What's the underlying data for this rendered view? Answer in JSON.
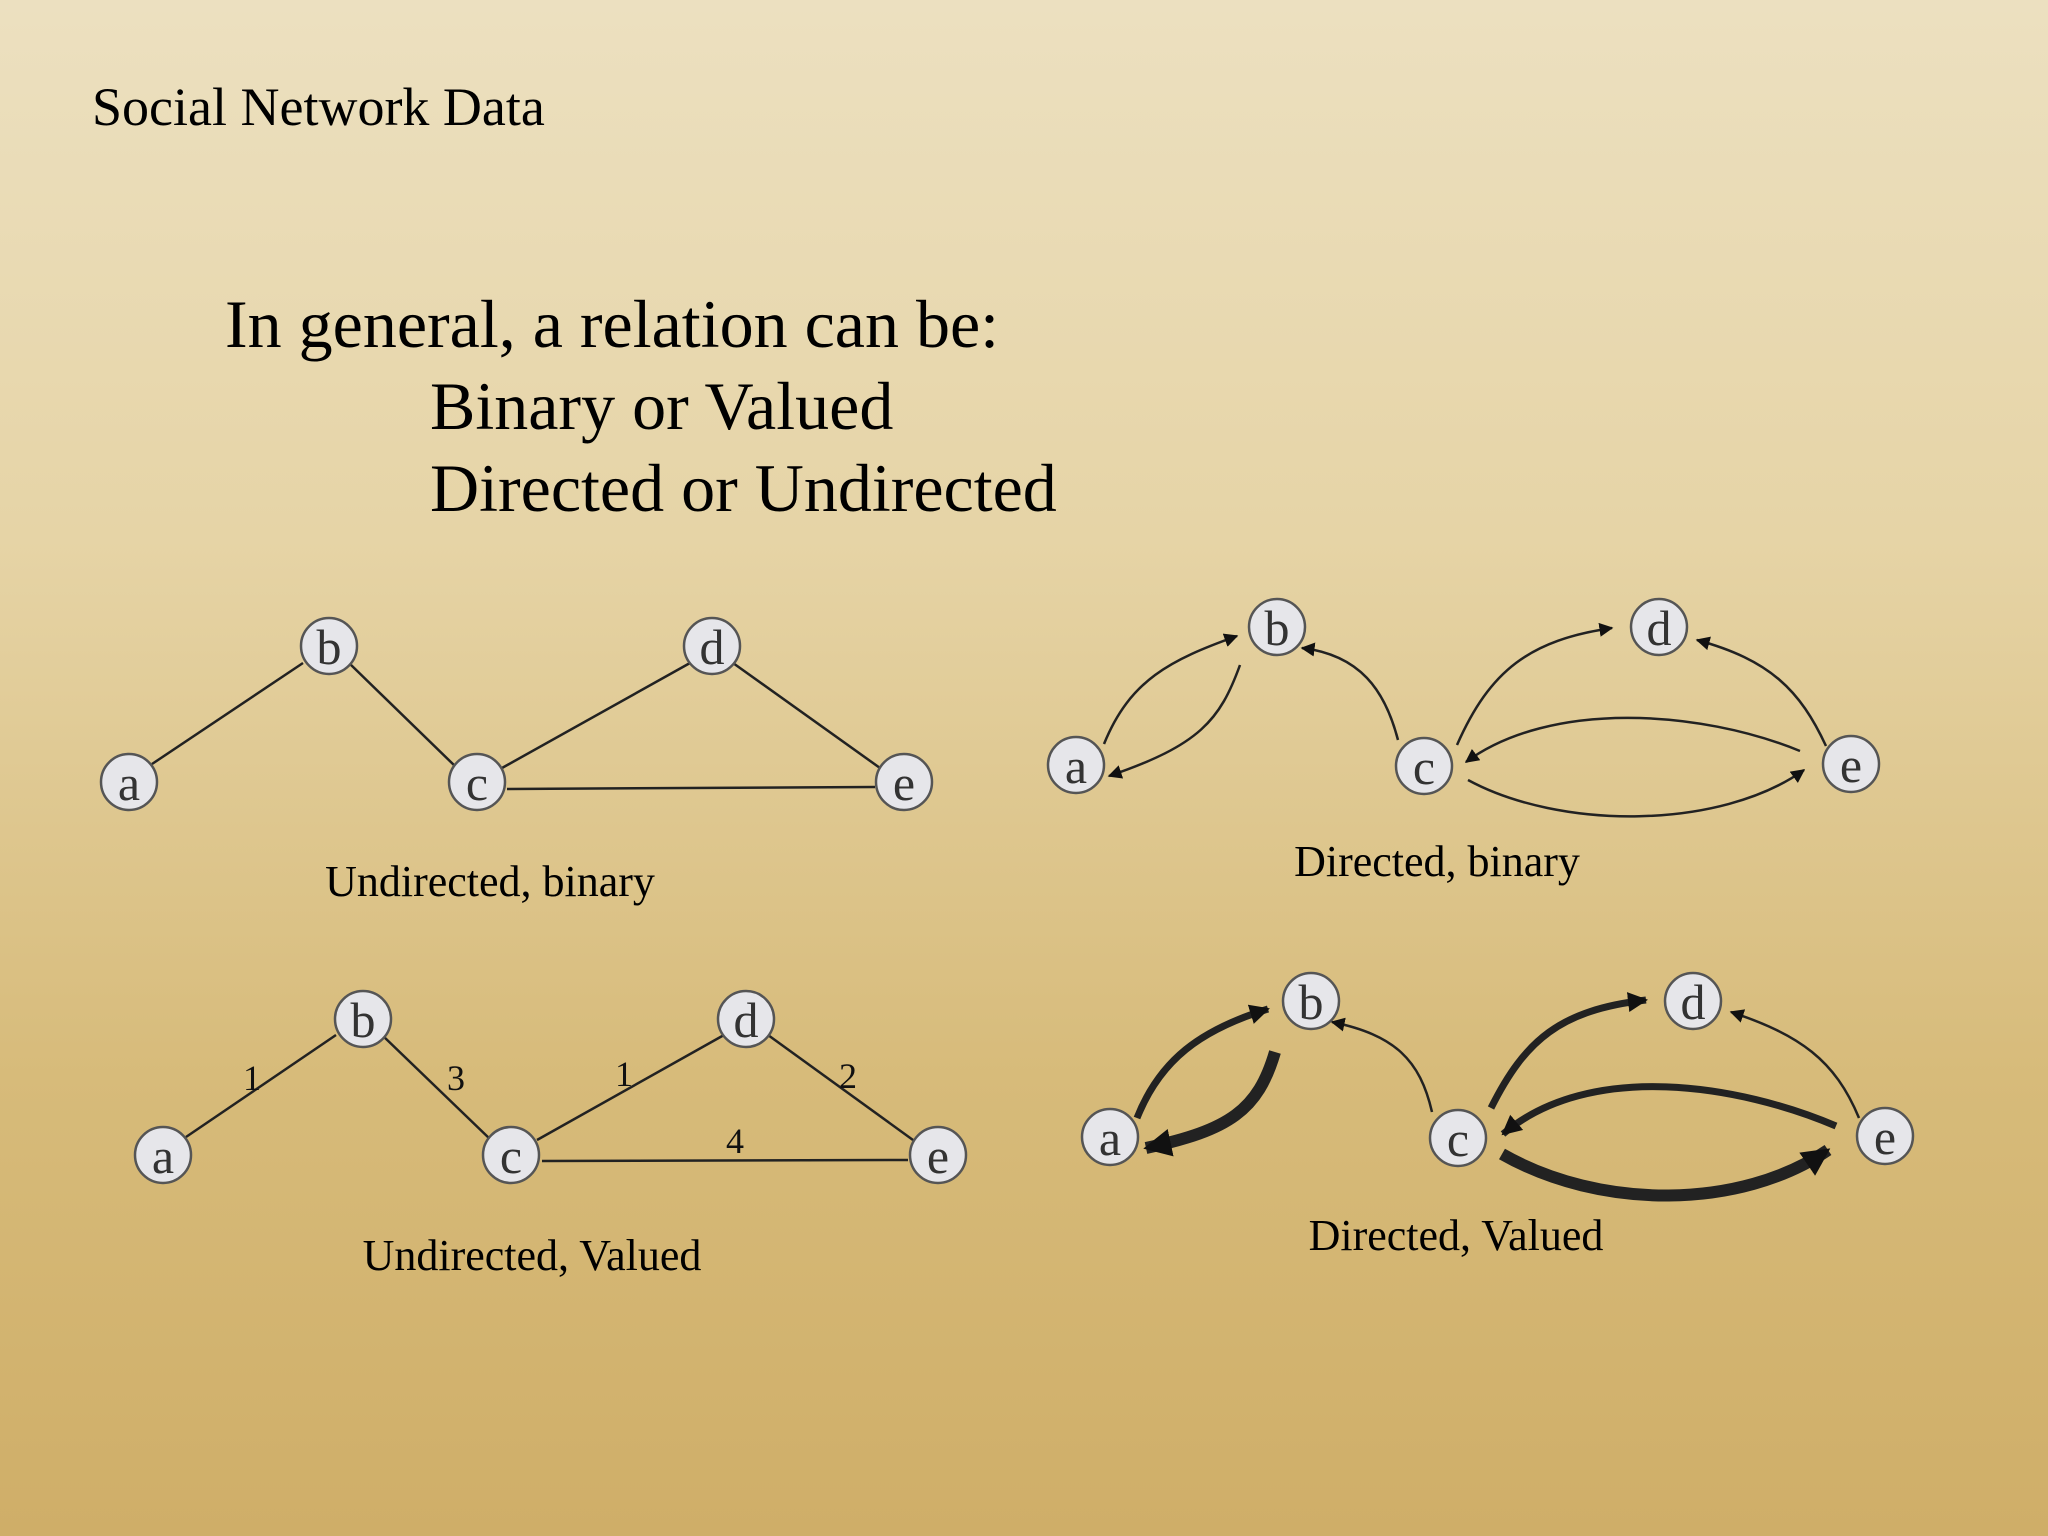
{
  "slide": {
    "title": "Social Network Data",
    "intro": {
      "line1": "In general, a relation can be:",
      "line2": "Binary or Valued",
      "line3": "Directed or Undirected"
    }
  },
  "diagrams": {
    "undirected_binary": {
      "caption": "Undirected, binary",
      "nodes": [
        "a",
        "b",
        "c",
        "d",
        "e"
      ]
    },
    "directed_binary": {
      "caption": "Directed, binary",
      "nodes": [
        "a",
        "b",
        "c",
        "d",
        "e"
      ]
    },
    "undirected_valued": {
      "caption": "Undirected, Valued",
      "nodes": [
        "a",
        "b",
        "c",
        "d",
        "e"
      ],
      "weights": {
        "a_b": "1",
        "b_c": "3",
        "c_d": "1",
        "d_e": "2",
        "c_e": "4"
      }
    },
    "directed_valued": {
      "caption": "Directed, Valued",
      "nodes": [
        "a",
        "b",
        "c",
        "d",
        "e"
      ]
    }
  }
}
